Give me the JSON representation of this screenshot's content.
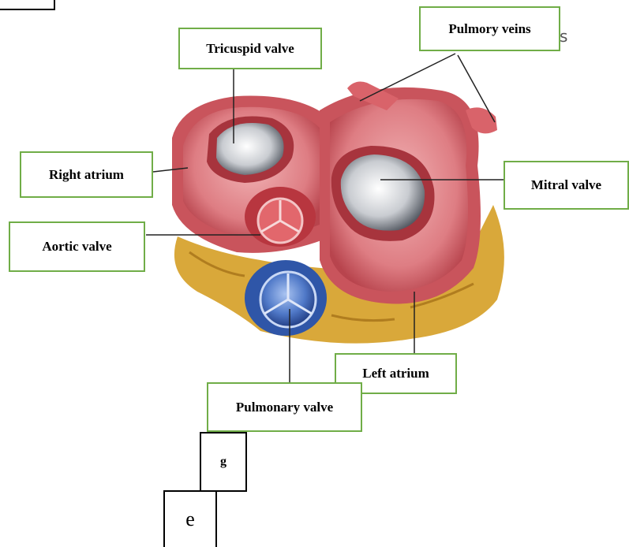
{
  "labels": {
    "tricuspid": "Tricuspid valve",
    "pulmonary_veins": "Pulmory veins",
    "right_atrium": "Right atrium",
    "mitral": "Mitral valve",
    "aortic": "Aortic valve",
    "left_atrium": "Left atrium",
    "pulmonary_valve": "Pulmonary valve"
  },
  "boxes": {
    "g": "g",
    "e": "e"
  },
  "stray_text": "s",
  "colors": {
    "label_border": "#70ad47",
    "heart_wall": "#d9636a",
    "heart_inner": "#e8959a",
    "fat": "#d9a83a",
    "pulmonary_valve": "#4f79c9",
    "valve_opening": "#b9bcc2"
  }
}
